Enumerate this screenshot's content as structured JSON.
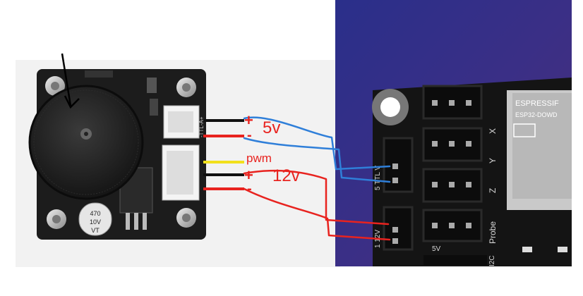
{
  "labels": {
    "plus_5v": "+",
    "volt_5v": "5v",
    "minus_5v": "-",
    "pwm": "pwm",
    "plus_12v": "+",
    "volt_12v": "12v",
    "minus_12v": "-"
  },
  "pcb_silkscreen": {
    "axis_x": "X",
    "axis_y": "Y",
    "axis_z": "Z",
    "probe": "Probe",
    "i2c": "I2C",
    "five_v": "5V",
    "left_header_top": "5 TTL V",
    "left_header_bottom": "1 12V",
    "driver_header": "-TTL-A+",
    "module_brand": "ESPRESSIF",
    "module_model": "ESP32-DOWD",
    "capacitor_value": "470",
    "capacitor_voltage": "10V",
    "capacitor_code": "VT"
  },
  "colors": {
    "annotation_red": "#e8231f",
    "annotation_blue": "#2f7fd9",
    "wire_pwm": "#f2e01b",
    "wire_black": "#111111",
    "board_bg": "#2e2a7a"
  }
}
